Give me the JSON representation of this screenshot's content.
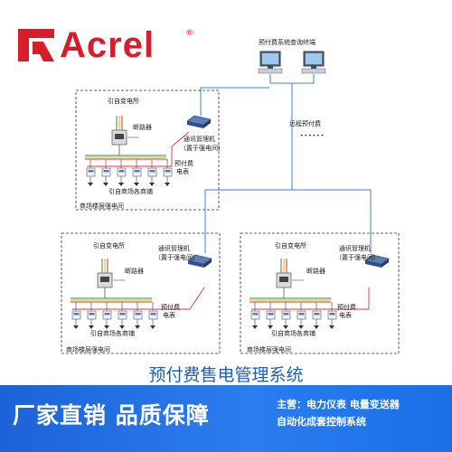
{
  "brand": {
    "name": "Acrel",
    "registered": "®",
    "color": "#d51e2a"
  },
  "top_station": {
    "query_terminal_label": "预付费系统查询终端",
    "remote_prepay_label": "远程预付费",
    "dots": "••••••"
  },
  "building_main": {
    "source_label": "引自变电所",
    "breaker_label": "断路器",
    "gateway_label_1": "通讯管理机",
    "gateway_label_2": "（置于强电间）",
    "meter_label_1": "预付费",
    "meter_label_2": "电表",
    "outlet_label": "引自商场各商铺",
    "floor_label": "商场楼层强电间"
  },
  "building_left": {
    "source_label": "引自变电所",
    "breaker_label": "断路器",
    "gateway_label_1": "通讯管理机",
    "gateway_label_2": "（置于强电间）",
    "meter_label_1": "预付费",
    "meter_label_2": "电表",
    "outlet_label": "引自商场各商铺",
    "floor_label": "商场楼层强电间"
  },
  "building_right": {
    "source_label": "引自变电所",
    "breaker_label": "断路器",
    "gateway_label_1": "通讯管理机",
    "gateway_label_2": "（置于强电间）",
    "meter_label_1": "预付费",
    "meter_label_2": "电表",
    "outlet_label": "引自商场各商铺",
    "floor_label": "商场楼层强电间"
  },
  "title": "预付费售电管理系统",
  "banner": {
    "slogan": "厂家直销 品质保障",
    "line1": "主营：电力仪表 电量变送器",
    "line2": "自动化成套控制系统"
  },
  "colors": {
    "network_line": "#3f7fd0",
    "rs485_line": "#d23a3a",
    "title": "#1f5fb5",
    "banner": "#2b7df0"
  }
}
